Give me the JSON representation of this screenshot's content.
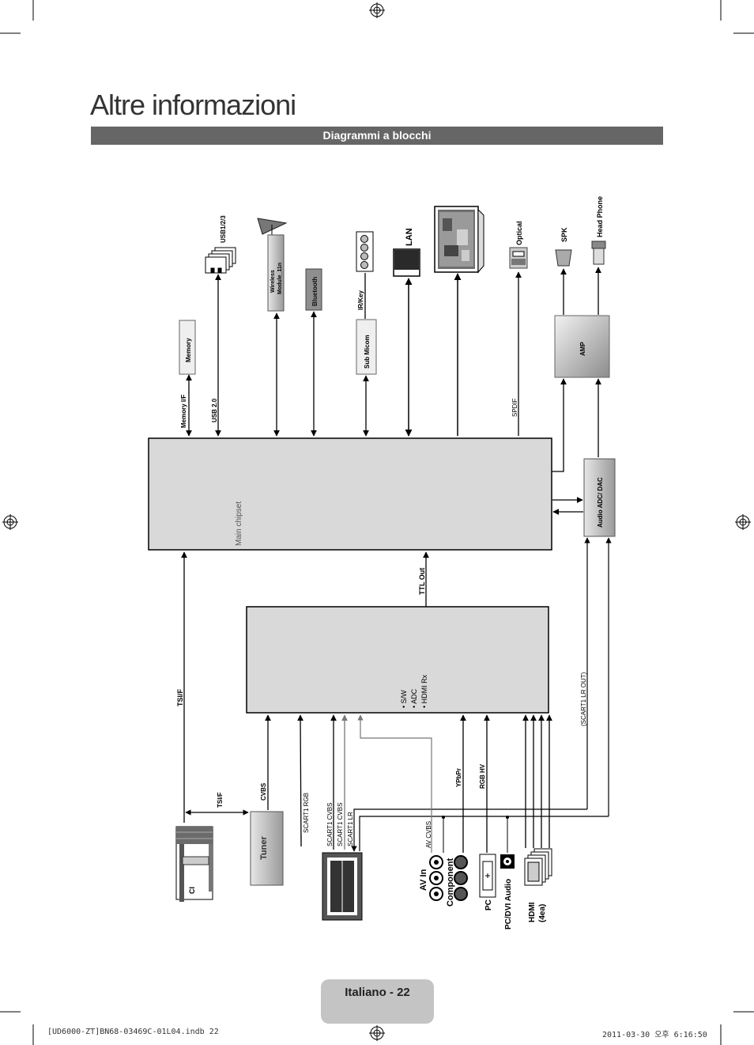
{
  "page": {
    "title": "Altre informazioni",
    "section": "Diagrammi a blocchi",
    "footer_label": "Italiano - 22",
    "print_left": "[UD6000-ZT]BN68-03469C-01L04.indb   22",
    "print_right": "2011-03-30   오후 6:16:50"
  },
  "diagram": {
    "main_chipset": "Main chipset",
    "front_end_items": [
      "• S/W",
      "• ADC",
      "• HDMI Rx"
    ],
    "ttl_out": "TTL Out",
    "memory_if": "Memory I/F",
    "memory": "Memory",
    "usb20": "USB 2.0",
    "usb123": "USB1/2/3",
    "wireless": [
      "Wireless",
      "Module_11n"
    ],
    "bluetooth": "Bluetooth",
    "ir_key": "IR/Key",
    "sub_micom": "Sub Micom",
    "lan": "LAN",
    "optical": "Optical",
    "spdif": "SPDIF",
    "spk": "SPK",
    "head_phone": "Head Phone",
    "amp": "AMP",
    "audio_adc_dac": "Audio ADC/ DAC",
    "scart1_lr_out": "(SCART1 LR OUT)",
    "tsi_f": "TSI/F",
    "tsi_f_2": "TSI/F",
    "cvbs": "CVBS",
    "tuner": "Tuner",
    "ci": "CI",
    "scart1_rgb": "SCART1 RGB",
    "scart1_cvbs_1": "SCART1 CVBS",
    "scart1_cvbs_2": "SCART1 CVBS",
    "scart1_lr": "SCART1 LR",
    "av_cvbs": "AV CVBS",
    "ypbpr": "YPbPr",
    "rgb_hv": "RGB HV",
    "av_in": "AV In",
    "component": "Component",
    "pc": "PC",
    "pc_dvi_audio": "PC/DVI Audio",
    "hdmi": "HDMI",
    "hdmi_count": "(4ea)"
  }
}
